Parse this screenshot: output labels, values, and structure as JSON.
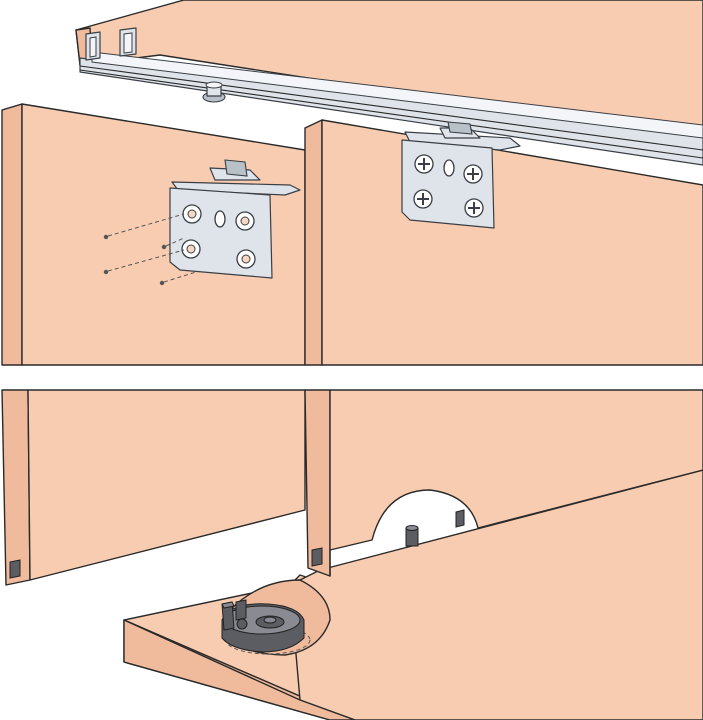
{
  "figure": {
    "panels": [
      "top-track-mounting",
      "bottom-guide-mounting"
    ],
    "colors": {
      "wood": "#f8ccb0",
      "wood_side": "#f0bb9c",
      "metal": "#dfe4ea",
      "plastic_guide": "#5c5c63",
      "background": "#ffffff"
    },
    "parts": {
      "track": "aluminium-double-track",
      "bracket_left": "l-bracket-with-4-screw-holes",
      "bracket_right": "l-bracket-with-4-screws-installed",
      "floor_guide": "plastic-floor-guide",
      "door_guide_pin": "plastic-guide-pin"
    }
  }
}
